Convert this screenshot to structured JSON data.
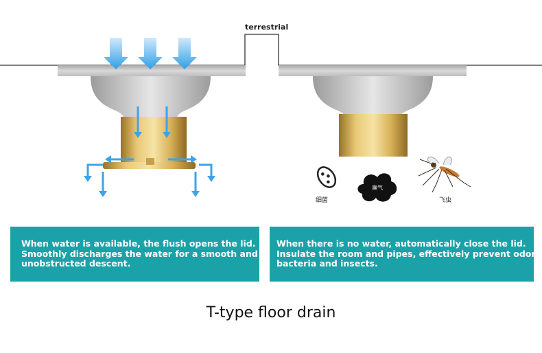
{
  "labels": {
    "terrestrial": "terrestrial",
    "bacteria": "细菌",
    "odor": "臭气",
    "insects": "飞虫"
  },
  "left_panel": {
    "lines": [
      "When water is available, the flush opens the lid.",
      "Smoothly discharges the water for a smooth and",
      "unobstructed descent."
    ]
  },
  "right_panel": {
    "lines": [
      "When there is no water, automatically close the lid.",
      "Insulate the room and pipes, effectively prevent odor,",
      " bacteria and insects."
    ]
  },
  "caption": "T-type floor drain",
  "colors": {
    "panel": "#1aa2a8",
    "arrow": "#45aee8",
    "brass": "#d6ae55",
    "steel": "#b9b9b9"
  }
}
